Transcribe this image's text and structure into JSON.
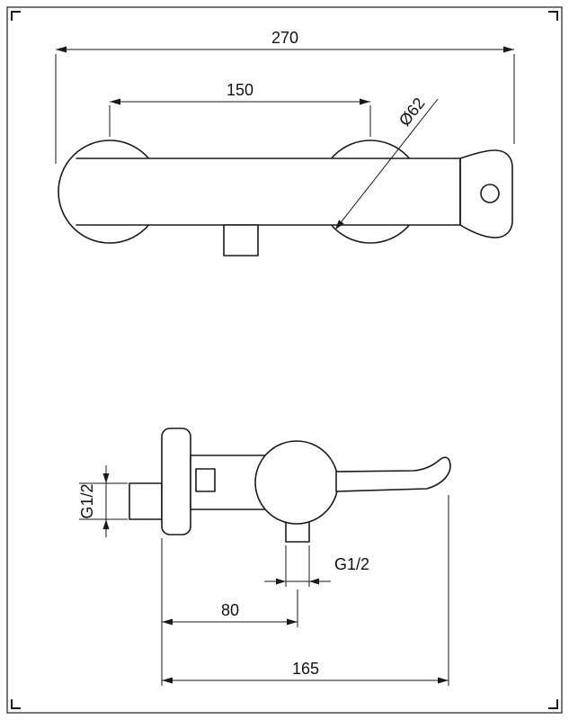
{
  "front_view": {
    "overall_width": "270",
    "hole_spacing": "150",
    "flange_diameter": "Ø62"
  },
  "side_view": {
    "inlet_thread": "G1/2",
    "outlet_thread": "G1/2",
    "wall_to_outlet": "80",
    "overall_depth": "165"
  }
}
